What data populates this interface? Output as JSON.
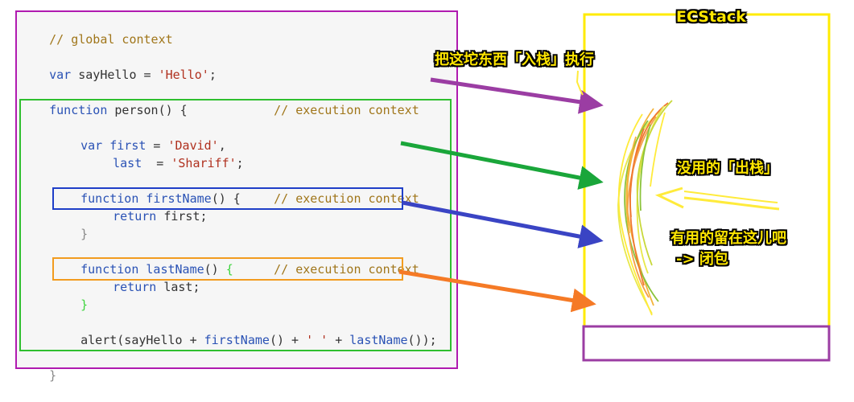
{
  "code": {
    "global_comment": "// global context",
    "var_kw": "var",
    "say_hello_decl": " sayHello = ",
    "hello_str": "'Hello'",
    "semicolon": ";",
    "function_kw": "function",
    "person_decl": " person() {",
    "exec_comment": "// execution context",
    "first_name_var": " first",
    "eq": " = ",
    "david_str": "'David'",
    "comma": ",",
    "last_name_var": "last",
    "last_eq": "  = ",
    "shariff_str": "'Shariff'",
    "first_name_fn": " firstName",
    "paren_brace": "() {",
    "return_kw": "return",
    "return_first": " first;",
    "close_brace": "}",
    "last_name_fn": " lastName",
    "paren": "() ",
    "open_brace": "{",
    "return_last": " last;",
    "alert_fn": "alert",
    "alert_open": "(sayHello + ",
    "first_name_call": "firstName",
    "call_plus": "() + ",
    "space_str": "' '",
    "plus": " + ",
    "last_name_call": "lastName",
    "alert_close": "());",
    "final_brace": "}"
  },
  "annotations": {
    "ecstack": "ECStack",
    "push_label": "把这坨东西「入栈」执行",
    "pop_label": "没用的「出栈」",
    "keep_label": "有用的留在这儿吧",
    "closure_label": "-> 闭包"
  },
  "colors": {
    "global_box": "#b01ab0",
    "execution_box": "#2fbf2f",
    "first_box": "#1f3fc8",
    "last_box": "#f29c1f",
    "ecstack_box": "#ffeb00",
    "stack_bottom_box": "#9b3da3",
    "purple_arrow": "#9b3da3",
    "green_arrow": "#1aa63a",
    "blue_arrow": "#3a44c4",
    "orange_arrow": "#f57a26",
    "pop_arrow": "#ffeb3b"
  }
}
